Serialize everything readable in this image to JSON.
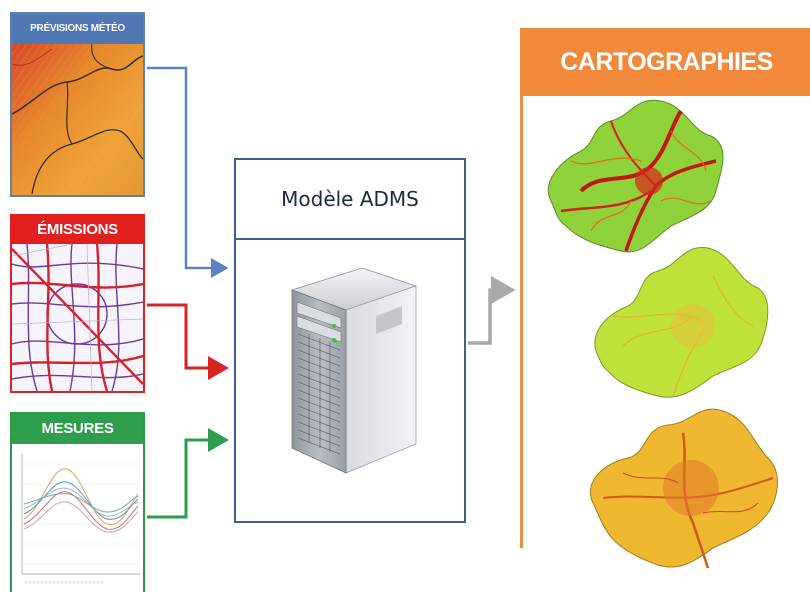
{
  "inputs": {
    "meteo": {
      "title": "PRÉVISIONS MÉTÉO",
      "color": "#4f77b3"
    },
    "emissions": {
      "title": "ÉMISSIONS",
      "color": "#e21f1f"
    },
    "mesures": {
      "title": "MESURES",
      "color": "#2e9e4c"
    }
  },
  "model": {
    "title": "Modèle ADMS",
    "border_color": "#3f5f92",
    "icon": "server-icon"
  },
  "output": {
    "title": "CARTOGRAPHIES",
    "color": "#f0893a"
  },
  "connectors": {
    "model_to_output_color": "#a8a8a8"
  }
}
